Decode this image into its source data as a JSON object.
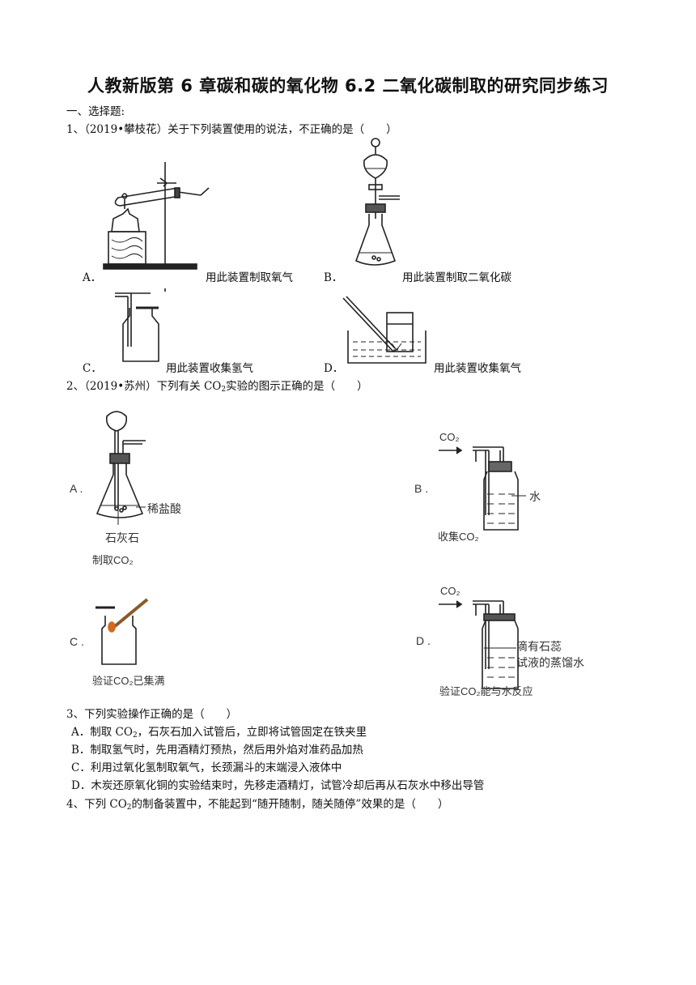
{
  "title": "人教新版第 6 章碳和碳的氧化物 6.2 二氧化碳制取的研究同步练习",
  "section": "一、选择题:",
  "q1": {
    "stem": "1、（2019•攀枝花）关于下列装置使用的说法，不正确的是（　　）",
    "options": [
      {
        "letter": "A．",
        "text": "用此装置制取氧气"
      },
      {
        "letter": "B．",
        "text": "用此装置制取二氧化碳"
      },
      {
        "letter": "C．",
        "text": "用此装置收集氢气"
      },
      {
        "letter": "D．",
        "text": "用此装置收集氧气"
      }
    ]
  },
  "q2": {
    "stem_pre": "2、（2019•苏州）下列有关 CO",
    "stem_sub": "2",
    "stem_post": "实验的图示正确的是（　　）",
    "figs": {
      "A": {
        "letter": "A .",
        "label1": "稀盐酸",
        "label2": "石灰石",
        "caption": "制取CO₂"
      },
      "B": {
        "letter": "B .",
        "gas": "CO₂",
        "label1": "水",
        "caption": "收集CO₂"
      },
      "C": {
        "letter": "C .",
        "caption": "验证CO₂已集满"
      },
      "D": {
        "letter": "D .",
        "gas": "CO₂",
        "label1": "滴有石蕊",
        "label2": "试液的蒸馏水",
        "caption": "验证CO₂能与水反应"
      }
    }
  },
  "q3": {
    "stem": "3、下列实验操作正确的是（　　）",
    "options": [
      {
        "pre": "A．制取 CO",
        "sub": "2",
        "post": "，石灰石加入试管后，立即将试管固定在铁夹里"
      },
      {
        "pre": "B．制取氢气时，先用酒精灯预热，然后用外焰对准药品加热",
        "sub": "",
        "post": ""
      },
      {
        "pre": "C．利用过氧化氢制取氧气，长颈漏斗的末端浸入液体中",
        "sub": "",
        "post": ""
      },
      {
        "pre": "D．木炭还原氧化铜的实验结束时，先移走酒精灯，试管冷却后再从石灰水中移出导管",
        "sub": "",
        "post": ""
      }
    ]
  },
  "q4": {
    "stem_pre": "4、下列 CO",
    "stem_sub": "2",
    "stem_post": "的制备装置中，不能起到“随开随制，随关随停”效果的是（　　）"
  }
}
